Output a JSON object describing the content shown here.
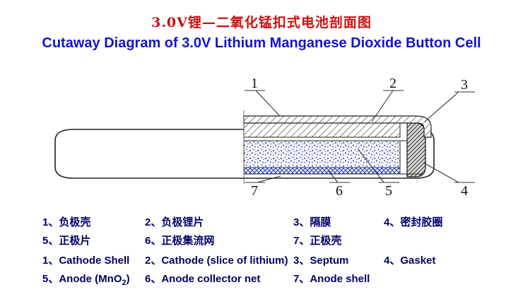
{
  "title_cn": "3.0V锂—二氧化锰扣式电池剖面图",
  "title_en": "Cutaway Diagram of 3.0V Lithium Manganese Dioxide Button Cell",
  "colors": {
    "title_red": "#cc1111",
    "title_blue": "#1414cc",
    "legend_navy": "#000066",
    "speckle_blue": "#2a3cb8"
  },
  "callouts": {
    "n1": "1",
    "n2": "2",
    "n3": "3",
    "n4": "4",
    "n5": "5",
    "n6": "6",
    "n7": "7"
  },
  "legend": {
    "cn1": [
      "1、负极壳",
      "2、负极锂片",
      "3、隔膜",
      "4、密封胶圈"
    ],
    "cn2": [
      "5、正极片",
      "6、正极集流网",
      "7、正极壳"
    ],
    "en1": [
      "1、Cathode Shell",
      "2、Cathode (slice of lithium)",
      "3、Septum",
      "4、Gasket"
    ],
    "en2": {
      "item1_pre": "5、Anode (MnO",
      "item1_sub": "2",
      "item1_post": ")",
      "item2": "6、Anode collector net",
      "item3": "7、Anode shell"
    }
  }
}
